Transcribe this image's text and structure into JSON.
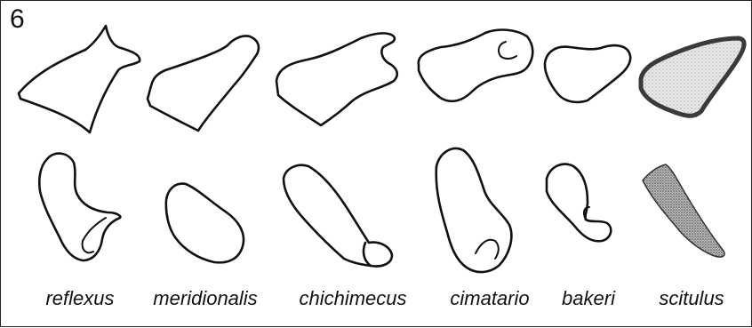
{
  "figure": {
    "number": "6",
    "species": [
      {
        "name": "reflexus"
      },
      {
        "name": "meridionalis"
      },
      {
        "name": "chichimecus"
      },
      {
        "name": "cimatario"
      },
      {
        "name": "bakeri"
      },
      {
        "name": "scitulus"
      }
    ]
  }
}
